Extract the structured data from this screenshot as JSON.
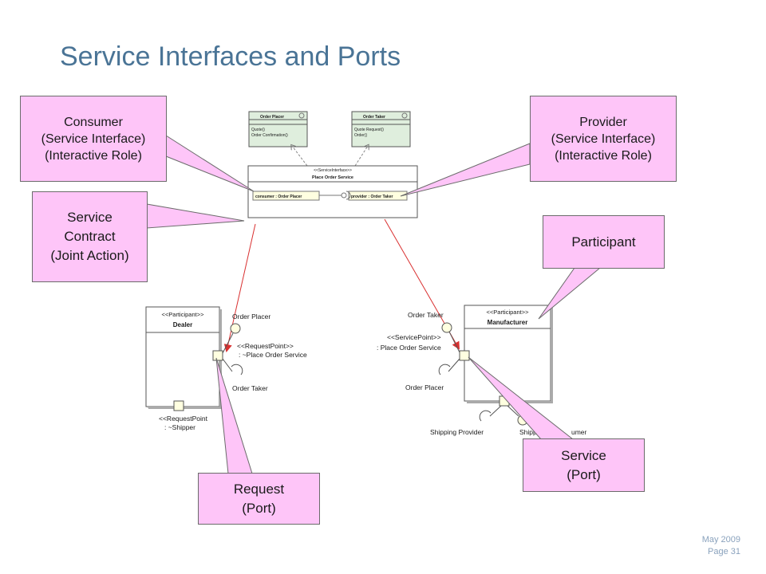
{
  "title": "Service Interfaces and Ports",
  "callouts": {
    "consumer": [
      "Consumer",
      "(Service Interface)",
      "(Interactive Role)"
    ],
    "provider": [
      "Provider",
      "(Service Interface)",
      "(Interactive Role)"
    ],
    "contract": [
      "Service",
      "Contract",
      "(Joint Action)"
    ],
    "participant": [
      "Participant"
    ],
    "request": [
      "Request",
      "(Port)"
    ],
    "service": [
      "Service",
      "(Port)"
    ]
  },
  "uml": {
    "order_placer": {
      "name": "Order Placer",
      "ops": [
        "Quote()",
        "Order Confirmation()"
      ]
    },
    "order_taker": {
      "name": "Order Taker",
      "ops": [
        "Quote Request()",
        "Order()"
      ]
    },
    "service_interface": {
      "stereotype": "<<ServiceInterface>>",
      "name": "Place Order Service",
      "consumer_part": "consumer : Order Placer",
      "provider_part": "provider : Order Taker"
    },
    "dealer": {
      "stereotype": "<<Participant>>",
      "name": "Dealer",
      "iface_top": "Order Placer",
      "port_stereo": "<<RequestPoint>>",
      "port_type": ": ~Place Order Service",
      "iface_bottom": "Order Taker",
      "bottom_stereo": "<<RequestPoint",
      "bottom_type": ": ~Shipper"
    },
    "manufacturer": {
      "stereotype": "<<Participant>>",
      "name": "Manufacturer",
      "iface_top": "Order Taker",
      "port_stereo": "<<ServicePoint>>",
      "port_type": ": Place Order Service",
      "iface_bottom": "Order Placer",
      "shipping_provider": "Shipping Provider",
      "shipping_consumer_a": "Shipp",
      "shipping_consumer_b": "umer"
    }
  },
  "footer": {
    "date": "May 2009",
    "page": "Page 31"
  },
  "colors": {
    "title": "#4a7496",
    "callout_fill": "#fec5f8",
    "class_fill": "#dfeedd",
    "part_fill": "#ffffe0",
    "arrow": "#d93030",
    "footer": "#8aa2bd"
  }
}
